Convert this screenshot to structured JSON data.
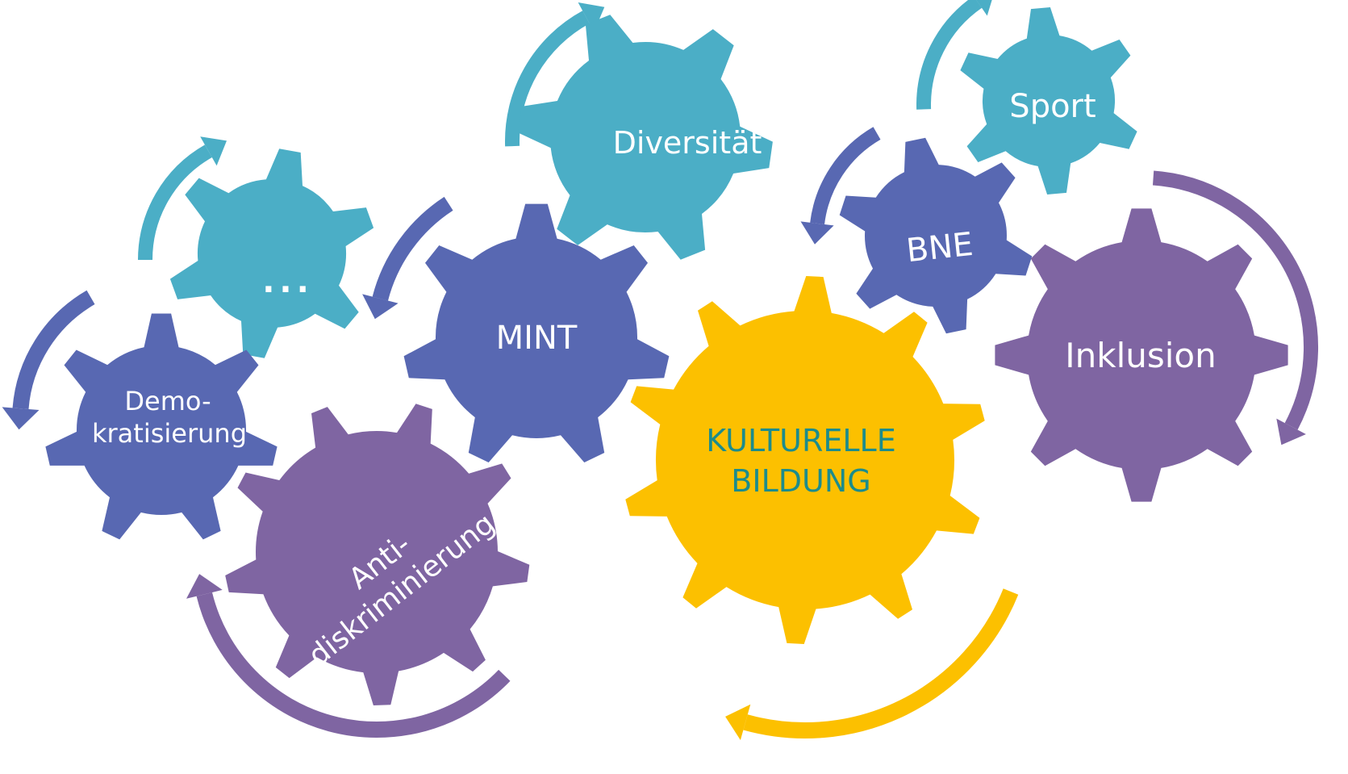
{
  "colors": {
    "teal": "#4BAEC6",
    "blue": "#5868B2",
    "purple": "#7F65A2",
    "yellow": "#FCC000",
    "center_text": "#1C8C8C",
    "label_text": "#FFFFFF"
  },
  "gears": {
    "diversitaet": {
      "label": "Diversität"
    },
    "sport": {
      "label": "Sport"
    },
    "dots": {
      "label": "..."
    },
    "bne": {
      "label": "BNE"
    },
    "mint": {
      "label": "MINT"
    },
    "inklusion": {
      "label": "Inklusion"
    },
    "demo": {
      "line1": "Demo-",
      "line2": "kratisierung"
    },
    "anti": {
      "line1": "Anti-",
      "line2": "diskriminierung"
    },
    "kulturelle": {
      "line1": "KULTURELLE",
      "line2": "BILDUNG"
    }
  }
}
